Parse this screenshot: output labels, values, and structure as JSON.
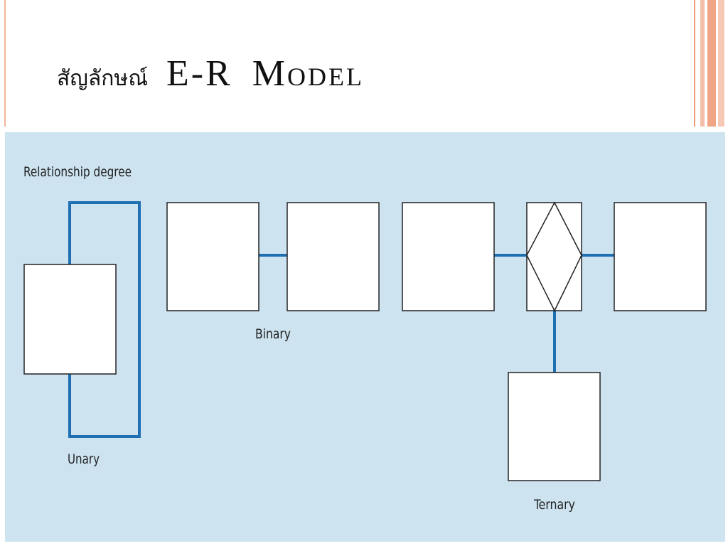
{
  "slide": {
    "title_thai": "สัญลักษณ์",
    "title_en": "E-R Model"
  },
  "diagram": {
    "heading": "Relationship degree",
    "labels": {
      "unary": "Unary",
      "binary": "Binary",
      "ternary": "Ternary"
    }
  },
  "colors": {
    "panel": "#cde3f0",
    "line": "#1f6fb3",
    "entity_fill": "#ffffff",
    "entity_border": "#222222",
    "accent": "#f1b49a"
  }
}
